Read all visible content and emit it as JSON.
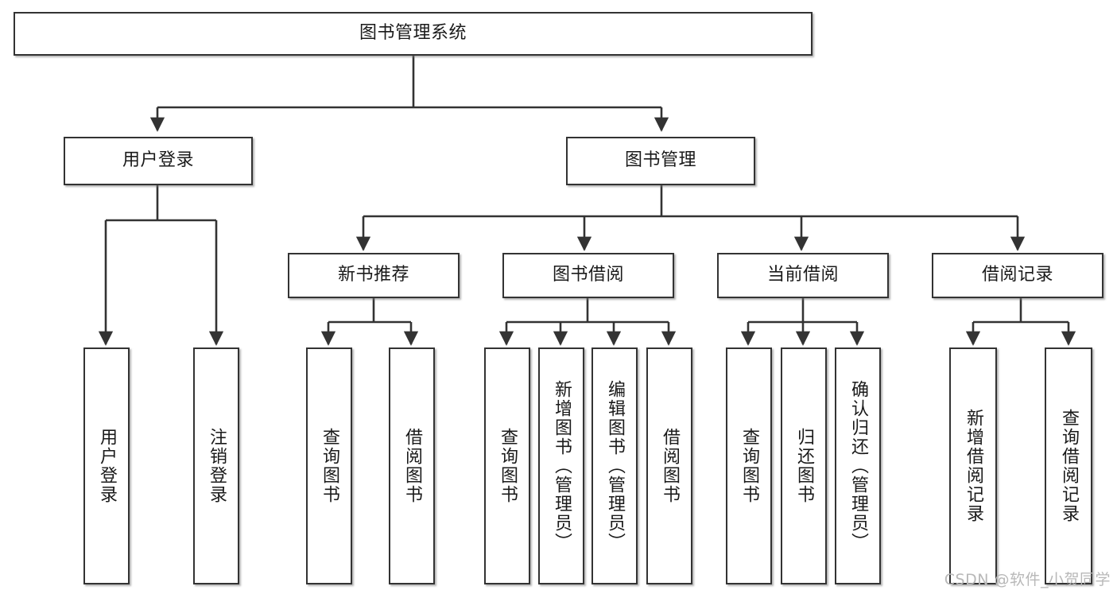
{
  "diagram": {
    "title": "图书管理系统",
    "watermark": "CSDN @软件_小贺同学",
    "colors": {
      "background": "#ffffff",
      "node_fill": "#ffffff",
      "node_stroke": "#333333",
      "edge_stroke": "#333333",
      "text": "#1a1a1a",
      "watermark": "#b8b8b8"
    },
    "nodes": {
      "root": {
        "label": "图书管理系统",
        "level": 1,
        "orientation": "horizontal"
      },
      "l2": [
        {
          "id": "user-login",
          "label": "用户登录",
          "level": 2,
          "orientation": "horizontal"
        },
        {
          "id": "book-manage",
          "label": "图书管理",
          "level": 2,
          "orientation": "horizontal"
        }
      ],
      "l3": [
        {
          "id": "new-book-recommend",
          "label": "新书推荐",
          "level": 3,
          "orientation": "horizontal",
          "parent": "book-manage"
        },
        {
          "id": "book-borrow",
          "label": "图书借阅",
          "level": 3,
          "orientation": "horizontal",
          "parent": "book-manage"
        },
        {
          "id": "current-borrow",
          "label": "当前借阅",
          "level": 3,
          "orientation": "horizontal",
          "parent": "book-manage"
        },
        {
          "id": "borrow-record",
          "label": "借阅记录",
          "level": 3,
          "orientation": "horizontal",
          "parent": "book-manage"
        }
      ],
      "leaves": [
        {
          "id": "leaf-user-login",
          "label": "用户登录",
          "orientation": "vertical",
          "parent": "user-login"
        },
        {
          "id": "leaf-logout-login",
          "label": "注销登录",
          "orientation": "vertical",
          "parent": "user-login"
        },
        {
          "id": "leaf-query-book-1",
          "label": "查询图书",
          "orientation": "vertical",
          "parent": "new-book-recommend"
        },
        {
          "id": "leaf-borrow-book-1",
          "label": "借阅图书",
          "orientation": "vertical",
          "parent": "new-book-recommend"
        },
        {
          "id": "leaf-query-book-2",
          "label": "查询图书",
          "orientation": "vertical",
          "parent": "book-borrow"
        },
        {
          "id": "leaf-add-book",
          "label": "新增图书（管理员）",
          "orientation": "vertical",
          "parent": "book-borrow"
        },
        {
          "id": "leaf-edit-book",
          "label": "编辑图书（管理员）",
          "orientation": "vertical",
          "parent": "book-borrow"
        },
        {
          "id": "leaf-borrow-book-2",
          "label": "借阅图书",
          "orientation": "vertical",
          "parent": "book-borrow"
        },
        {
          "id": "leaf-query-book-3",
          "label": "查询图书",
          "orientation": "vertical",
          "parent": "current-borrow"
        },
        {
          "id": "leaf-return-book",
          "label": "归还图书",
          "orientation": "vertical",
          "parent": "current-borrow"
        },
        {
          "id": "leaf-confirm-return",
          "label": "确认归还（管理员）",
          "orientation": "vertical",
          "parent": "current-borrow"
        },
        {
          "id": "leaf-add-record",
          "label": "新增借阅记录",
          "orientation": "vertical",
          "parent": "borrow-record"
        },
        {
          "id": "leaf-query-record",
          "label": "查询借阅记录",
          "orientation": "vertical",
          "parent": "borrow-record"
        }
      ]
    }
  }
}
